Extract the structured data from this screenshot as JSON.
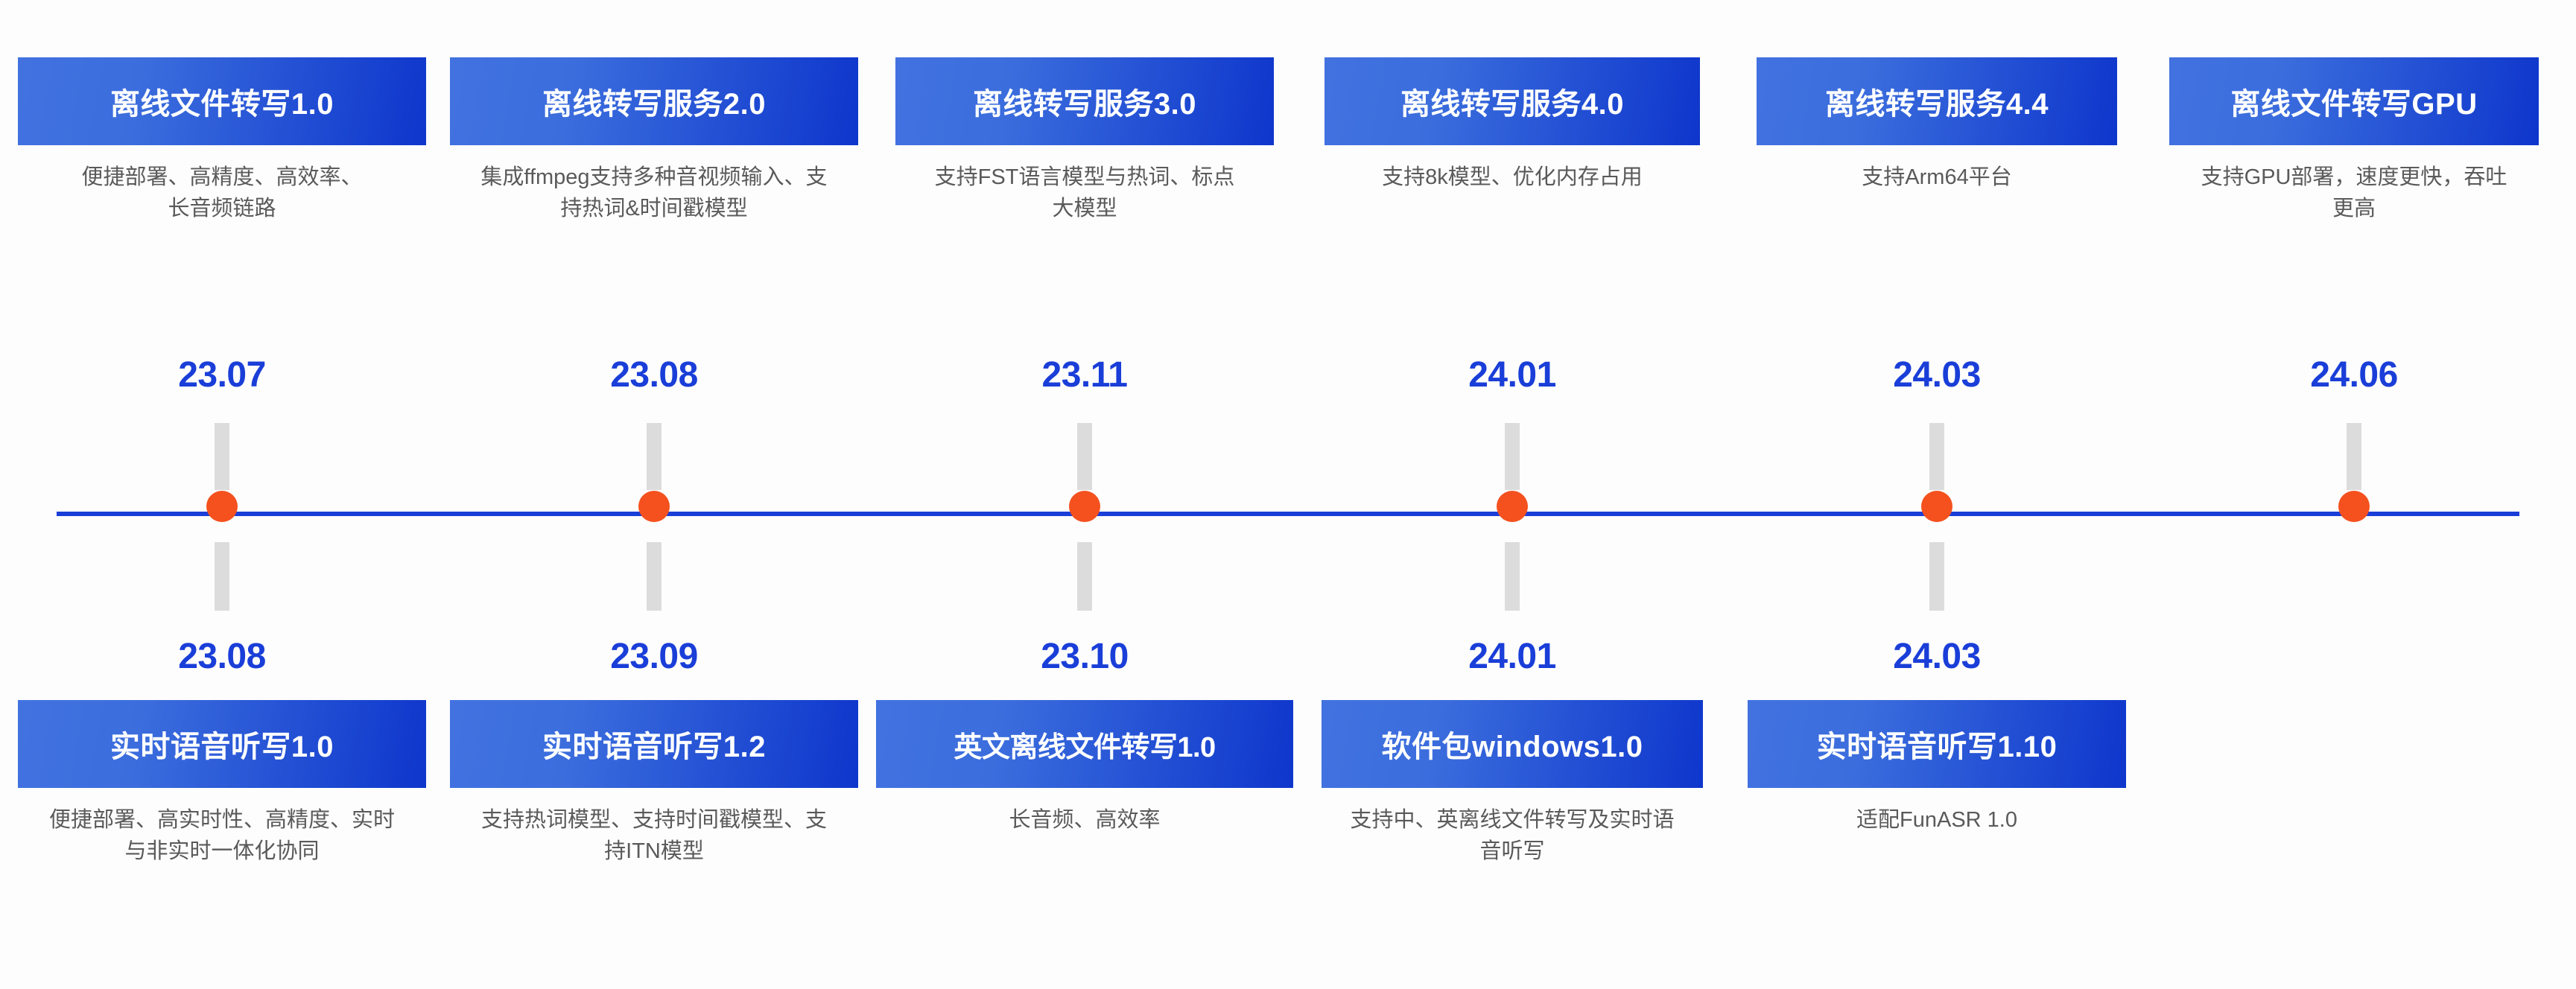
{
  "colors": {
    "accent_blue": "#1a3ed8",
    "marker_orange": "#f4511e",
    "stem_gray": "#dcdcdc",
    "card_gradient_from": "#4272e0",
    "card_gradient_to": "#0e36cc",
    "desc_gray": "#5a5a5a",
    "background": "#fdfdfd"
  },
  "nodes": [
    {
      "top_date": "23.07",
      "bottom_date": "23.08",
      "top_card": {
        "title": "离线文件转写1.0",
        "desc": "便捷部署、高精度、高效率、长音频链路"
      },
      "bottom_card": {
        "title": "实时语音听写1.0",
        "desc": "便捷部署、高实时性、高精度、实时与非实时一体化协同"
      }
    },
    {
      "top_date": "23.08",
      "bottom_date": "23.09",
      "top_card": {
        "title": "离线转写服务2.0",
        "desc": "集成ffmpeg支持多种音视频输入、支持热词&时间戳模型"
      },
      "bottom_card": {
        "title": "实时语音听写1.2",
        "desc": "支持热词模型、支持时间戳模型、支持ITN模型"
      }
    },
    {
      "top_date": "23.11",
      "bottom_date": "23.10",
      "top_card": {
        "title": "离线转写服务3.0",
        "desc": "支持FST语言模型与热词、标点大模型"
      },
      "bottom_card": {
        "title": "英文离线文件转写1.0",
        "desc": "长音频、高效率"
      }
    },
    {
      "top_date": "24.01",
      "bottom_date": "24.01",
      "top_card": {
        "title": "离线转写服务4.0",
        "desc": "支持8k模型、优化内存占用"
      },
      "bottom_card": {
        "title": "软件包windows1.0",
        "desc": "支持中、英离线文件转写及实时语音听写"
      }
    },
    {
      "top_date": "24.03",
      "bottom_date": "24.03",
      "top_card": {
        "title": "离线转写服务4.4",
        "desc": "支持Arm64平台"
      },
      "bottom_card": {
        "title": "实时语音听写1.10",
        "desc": "适配FunASR 1.0"
      }
    },
    {
      "top_date": "24.06",
      "bottom_date": null,
      "top_card": {
        "title": "离线文件转写GPU",
        "desc": "支持GPU部署，速度更快，吞吐更高"
      },
      "bottom_card": null
    }
  ]
}
